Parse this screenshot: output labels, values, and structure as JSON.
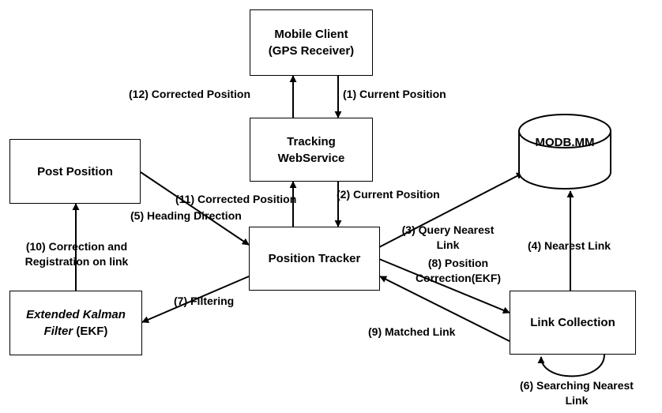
{
  "nodes": {
    "mobile_client": {
      "line1": "Mobile Client",
      "line2": "(GPS Receiver)"
    },
    "tracking_ws": {
      "line1": "Tracking",
      "line2": "WebService"
    },
    "post_position": {
      "label": "Post Position"
    },
    "position_tracker": {
      "label": "Position Tracker"
    },
    "ekf": {
      "line1": "Extended Kalman",
      "line2_italic": "Filter",
      "line2_rest": " (EKF)"
    },
    "link_collection": {
      "label": "Link Collection"
    },
    "modb": {
      "label": "MODB.MM"
    }
  },
  "edges": {
    "e1": "(1) Current Position",
    "e2": "(2) Current Position",
    "e3_line1": "(3) Query Nearest",
    "e3_line2": "Link",
    "e4": "(4) Nearest Link",
    "e5": "(5) Heading Direction",
    "e6_line1": "(6) Searching Nearest",
    "e6_line2": "Link",
    "e7": "(7) Filtering",
    "e8_line1": "(8) Position",
    "e8_line2": "Correction(EKF)",
    "e9": "(9) Matched Link",
    "e10_line1": "(10) Correction and",
    "e10_line2": "Registration on link",
    "e11": "(11) Corrected Position",
    "e12": "(12) Corrected Position"
  }
}
